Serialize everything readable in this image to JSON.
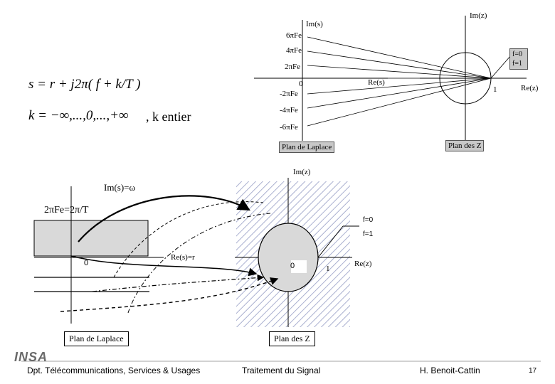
{
  "top_formula": {
    "line1": "s = r + j2π( f + k/T )",
    "line2": "k = −∞,...,0,...,+∞",
    "line2_suffix": ", k entier"
  },
  "top_diagram": {
    "laplace_axis_im": "Im(s)",
    "laplace_axis_re": "Re(s)",
    "laplace_ticks": [
      "6πFe",
      "4πFe",
      "2πFe",
      "0",
      "-2πFe",
      "-4πFe",
      "-6πFe"
    ],
    "z_axis_im": "Im(z)",
    "z_axis_re": "Re(z)",
    "z_one": "1",
    "z_freq_labels": [
      "f=0",
      "f=1"
    ],
    "laplace_plane_label": "Plan de Laplace",
    "z_plane_label": "Plan des Z"
  },
  "bottom_diagram": {
    "im_s_label": "Im(s)=ω",
    "fe_label": "2πFe=2π/T",
    "origin_label": "0",
    "re_s_label": "Re(s)=r",
    "im_z_label": "Im(z)",
    "z_origin": "0",
    "z_one": "1",
    "re_z_label": "Re(z)",
    "f0_label": "f=0",
    "f1_label": "f=1",
    "laplace_plane_label": "Plan de Laplace",
    "z_plane_label": "Plan des Z"
  },
  "footer": {
    "logo": "INSA",
    "department": "Dpt. Télécommunications, Services & Usages",
    "course": "Traitement du Signal",
    "author": "H. Benoit-Cattin",
    "page_number": "17"
  }
}
